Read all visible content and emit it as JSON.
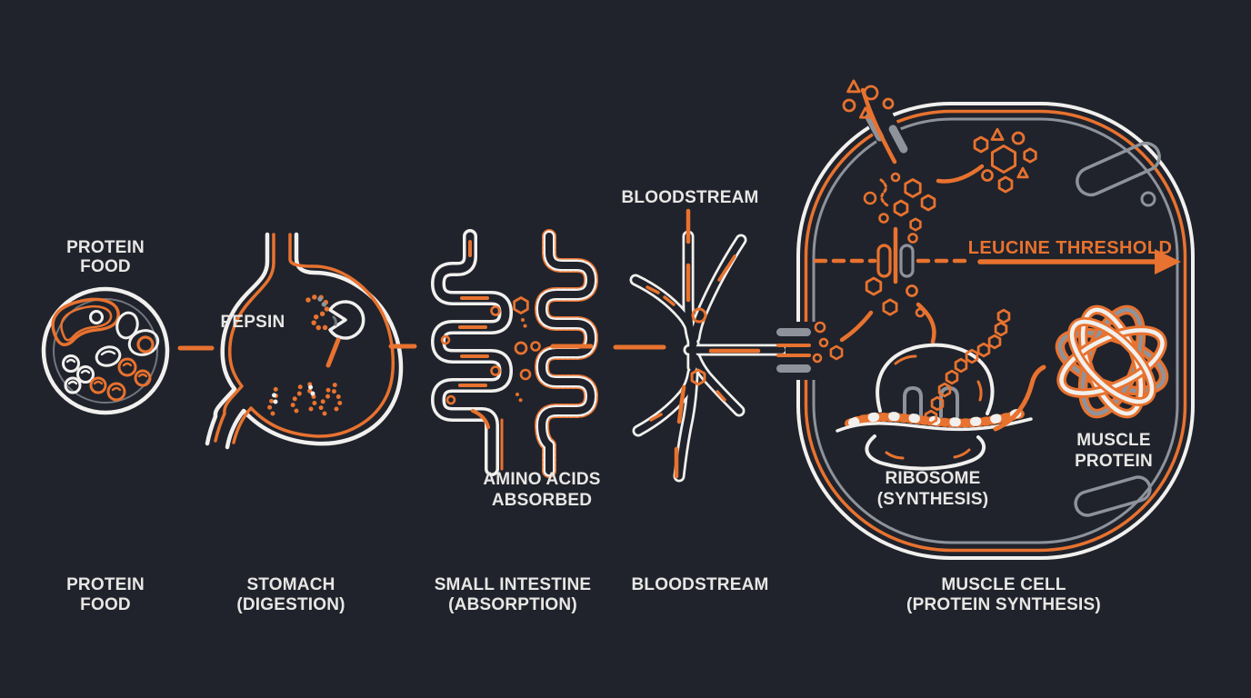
{
  "colors": {
    "background": "#20232b",
    "accent_orange": "#e8722f",
    "line_white": "#f1f0ee",
    "line_gray": "#8e939b",
    "label_text": "#e8e7e5"
  },
  "title_labels": {
    "protein_food": {
      "line1": "PROTEIN",
      "line2": "FOOD"
    },
    "pepsin": "PEPSIN",
    "bloodstream": "BLOODSTREAM",
    "amino_acids": {
      "line1": "AMINO ACIDS",
      "line2": "ABSORBED"
    },
    "leucine_threshold": "LEUCINE THRESHOLD",
    "ribosome": {
      "line1": "RIBOSOME",
      "line2": "(SYNTHESIS)"
    },
    "muscle_protein": {
      "line1": "MUSCLE",
      "line2": "PROTEIN"
    }
  },
  "stage_labels": [
    {
      "line1": "PROTEIN",
      "line2": "FOOD"
    },
    {
      "line1": "STOMACH",
      "line2": "(DIGESTION)"
    },
    {
      "line1": "SMALL INTESTINE",
      "line2": "(ABSORPTION)"
    },
    {
      "line1": "BLOODSTREAM",
      "line2": ""
    },
    {
      "line1": "MUSCLE CELL",
      "line2": "(PROTEIN SYNTHESIS)"
    }
  ]
}
